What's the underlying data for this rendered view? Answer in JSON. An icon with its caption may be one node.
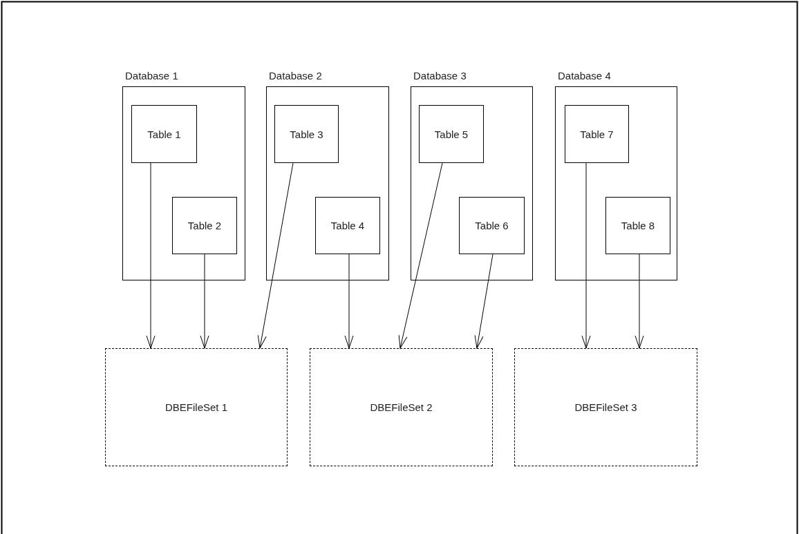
{
  "diagram": {
    "nodes": [
      {
        "text": [
          "Database 1"
        ]
      },
      {
        "text": [
          "Table 1"
        ],
        "in": 0
      },
      {
        "text": [
          "Table 2"
        ],
        "in": 0
      },
      {
        "text": [
          "Database 2"
        ]
      },
      {
        "text": [
          "Table 3"
        ],
        "in": 3
      },
      {
        "text": [
          "Table 4"
        ],
        "in": 3
      },
      {
        "text": [
          "Database 3"
        ]
      },
      {
        "text": [
          "Table 5"
        ],
        "in": 6
      },
      {
        "text": [
          "Table 6"
        ],
        "in": 6
      },
      {
        "text": [
          "Database 4"
        ]
      },
      {
        "text": [
          "Table 7"
        ],
        "in": 9
      },
      {
        "text": [
          "Table 8"
        ],
        "in": 9
      },
      {
        "text": [
          "DBEFileSet 1"
        ]
      },
      {
        "text": [
          "DBEFileSet 2"
        ]
      },
      {
        "text": [
          "DBEFileSet 3"
        ]
      }
    ],
    "edges": [
      {
        "from": 1,
        "to": 12,
        "arrow": "to"
      },
      {
        "from": 2,
        "to": 12,
        "arrow": "to"
      },
      {
        "from": 4,
        "to": 12,
        "arrow": "to"
      },
      {
        "from": 5,
        "to": 13,
        "arrow": "to"
      },
      {
        "from": 7,
        "to": 13,
        "arrow": "to"
      },
      {
        "from": 8,
        "to": 13,
        "arrow": "to"
      },
      {
        "from": 10,
        "to": 14,
        "arrow": "to"
      },
      {
        "from": 11,
        "to": 14,
        "arrow": "to"
      }
    ]
  }
}
